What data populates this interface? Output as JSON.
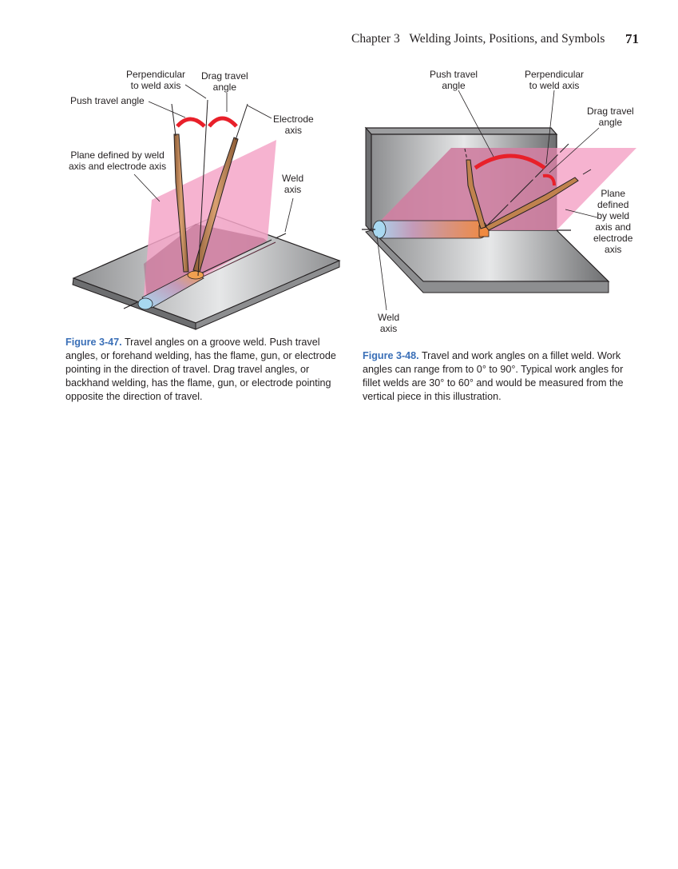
{
  "header": {
    "chapter": "Chapter 3",
    "title": "Welding Joints, Positions, and Symbols",
    "page_number": "71"
  },
  "figure_47": {
    "labels": {
      "perpendicular": [
        "Perpendicular",
        "to weld axis"
      ],
      "drag_travel": [
        "Drag travel",
        "angle"
      ],
      "push_travel": "Push travel angle",
      "electrode_axis": [
        "Electrode",
        "axis"
      ],
      "plane": [
        "Plane defined by weld",
        "axis and electrode axis"
      ],
      "weld_axis": [
        "Weld",
        "axis"
      ]
    },
    "caption": {
      "number": "Figure 3-47.",
      "text": " Travel angles on a groove weld. Push travel angles, or forehand welding, has the flame, gun, or electrode pointing in the direction of travel. Drag travel angles, or backhand welding, has the flame, gun, or electrode pointing opposite the direction of travel."
    }
  },
  "figure_48": {
    "labels": {
      "push_travel": [
        "Push travel",
        "angle"
      ],
      "perpendicular": [
        "Perpendicular",
        "to weld axis"
      ],
      "drag_travel": [
        "Drag travel",
        "angle"
      ],
      "plane": [
        "Plane",
        "defined",
        "by weld",
        "axis and",
        "electrode",
        "axis"
      ],
      "weld_axis": [
        "Weld",
        "axis"
      ]
    },
    "caption": {
      "number": "Figure 3-48.",
      "text": " Travel and work angles on a fillet weld. Work angles can range from to 0° to 90°. Typical work angles for fillet welds are 30° to 60° and would be measured from the vertical piece in this illustration."
    }
  },
  "colors": {
    "figure_label_blue": "#3a6fb7",
    "plane_pink": "#f4a6c8",
    "arrow_red": "#e8202a",
    "electrode_copper": "#c0824e",
    "steel_gray": "#b9babc"
  }
}
